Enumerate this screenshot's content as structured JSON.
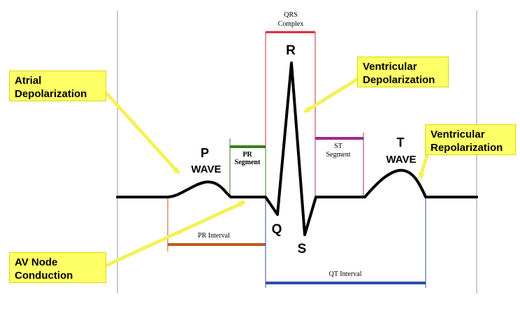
{
  "labels": {
    "qrs_line1": "QRS",
    "qrs_line2": "Complex",
    "r": "R",
    "q": "Q",
    "s": "S",
    "p_letter": "P",
    "p_wave": "WAVE",
    "t_letter": "T",
    "t_wave": "WAVE",
    "pr_seg_line1": "PR",
    "pr_seg_line2": "Segment",
    "st_seg_line1": "ST",
    "st_seg_line2": "Segment",
    "pr_interval": "PR Interval",
    "qt_interval": "QT Interval"
  },
  "callouts": {
    "atrial_line1": "Atrial",
    "atrial_line2": "Depolarization",
    "ventricular_depol_line1": "Ventricular",
    "ventricular_depol_line2": "Depolarization",
    "ventricular_repol_line1": "Ventricular",
    "ventricular_repol_line2": "Repolarization",
    "av_line1": "AV Node",
    "av_line2": "Conduction"
  },
  "colors": {
    "trace": "#000000",
    "qrs_bracket": "#d9262e",
    "pr_segment": "#3a7d1e",
    "st_segment": "#9b2a8e",
    "pr_interval": "#c0561f",
    "qt_interval": "#2c4ea8",
    "callout_fill": "#ffff66",
    "arrow": "#f2f25a",
    "gridline": "#9a9a9a"
  }
}
